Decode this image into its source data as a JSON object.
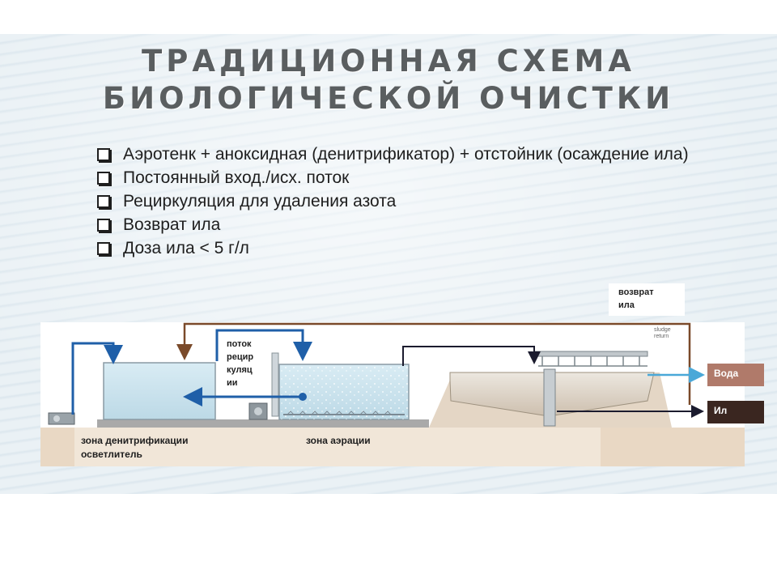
{
  "title": {
    "line1": "ТРАДИЦИОННАЯ СХЕМА",
    "line2": "БИОЛОГИЧЕСКОЙ ОЧИСТКИ"
  },
  "bullets": [
    {
      "text": "Аэротенк + аноксидная (денитрификатор) + отстойник (осаждение ила)"
    },
    {
      "text": "Постоянный вход./исх. поток"
    },
    {
      "text": "Рециркуляция для удаления азота"
    },
    {
      "text": "Возврат ила"
    },
    {
      "text": "Доза ила < 5 г/л"
    }
  ],
  "diagram": {
    "return_sludge_label": {
      "line1": "возврат",
      "line2": "ила"
    },
    "recirculation_label": {
      "line1": "поток",
      "line2": "рецир",
      "line3": "куляц",
      "line4": "ии"
    },
    "sludge_return_small": {
      "line1": "sludge",
      "line2": "return"
    },
    "water_out": "Вода",
    "sludge_out": "Ил",
    "zone_denitrification": "зона денитрификации",
    "clarifier": "осветлитель",
    "zone_aeration": "зона аэрации",
    "colors": {
      "flow_pipe": "#1f5fa8",
      "sludge_pipe": "#7a4a2a",
      "water_tag": "#b07a6a",
      "sludge_tag": "#3a2620",
      "water": "#cfe4ee",
      "ground": "#e9d8c4"
    },
    "icons": [
      "pump-icon",
      "blower-icon",
      "aerator-diffuser-icon",
      "clarifier-bridge-icon"
    ]
  }
}
